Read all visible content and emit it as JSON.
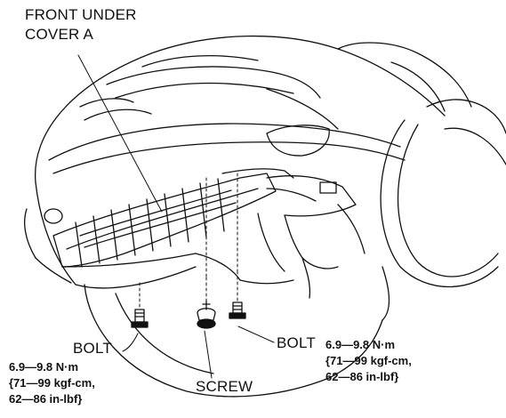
{
  "labels": {
    "cover": [
      "FRONT UNDER",
      "COVER A"
    ],
    "bolt_left": "BOLT",
    "bolt_right": "BOLT",
    "screw": "SCREW"
  },
  "specs": {
    "left": [
      "6.9—9.8 N·m",
      "{71—99 kgf-cm,",
      "62—86 in-lbf}"
    ],
    "right": [
      "6.9—9.8 N·m",
      "{71—99 kgf-cm,",
      "62—86 in-lbf}"
    ]
  },
  "colors": {
    "line": "#111111",
    "background": "#ffffff"
  }
}
